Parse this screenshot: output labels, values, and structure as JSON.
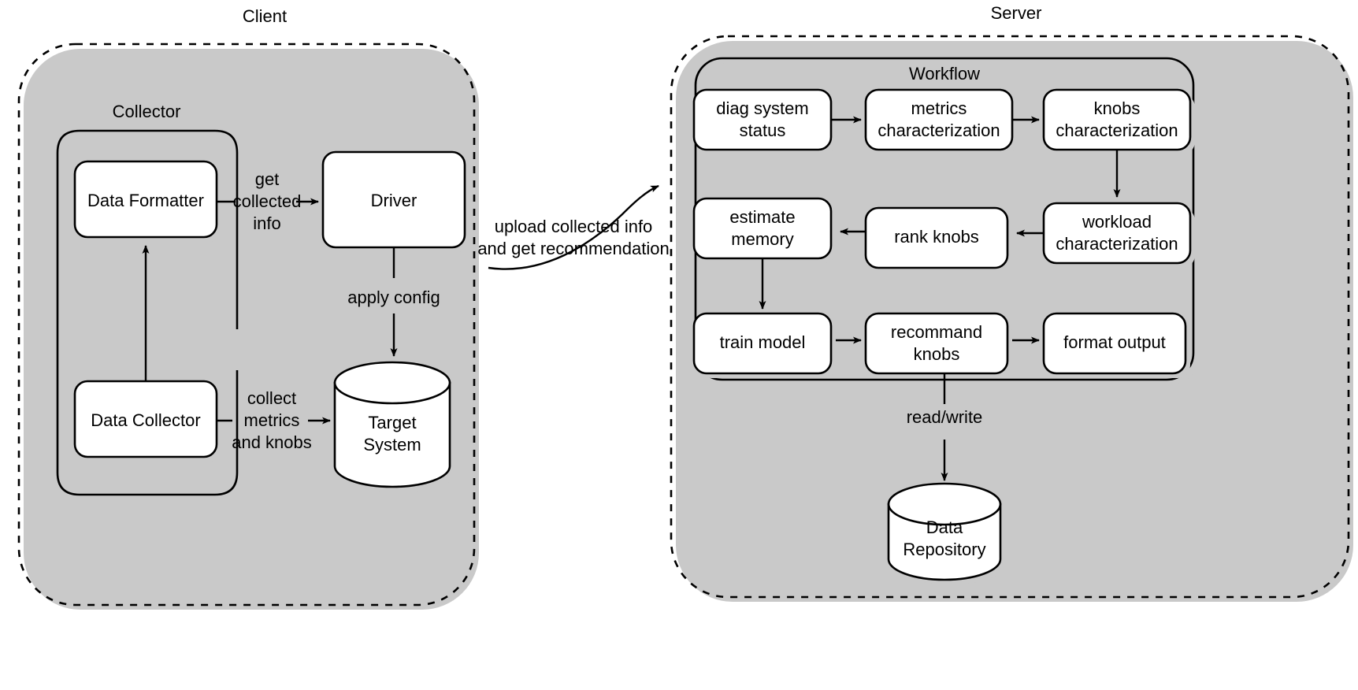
{
  "diagram": {
    "title": "Client-Server Database Knob Tuning Architecture",
    "background_color": "#ffffff",
    "stroke_color": "#000000",
    "shadow_color": "#c9c9c9"
  },
  "zones": [
    {
      "id": "client",
      "label": "Client"
    },
    {
      "id": "server",
      "label": "Server"
    }
  ],
  "groups": [
    {
      "id": "collector",
      "label": "Collector"
    },
    {
      "id": "workflow",
      "label": "Workflow"
    }
  ],
  "client": {
    "nodes": [
      {
        "id": "data-formatter",
        "label": "Data Formatter"
      },
      {
        "id": "data-collector",
        "label": "Data Collector"
      },
      {
        "id": "driver",
        "label": "Driver"
      }
    ],
    "cylinders": [
      {
        "id": "target-system",
        "line1": "Target",
        "line2": "System"
      }
    ],
    "edge_labels": [
      {
        "id": "get-collected-info",
        "line1": "get",
        "line2": "collected",
        "line3": "info"
      },
      {
        "id": "apply-config",
        "line1": "apply config"
      },
      {
        "id": "collect-metrics-and-knobs",
        "line1": "collect",
        "line2": "metrics",
        "line3": "and knobs"
      }
    ]
  },
  "server": {
    "nodes": [
      {
        "id": "diag-system-status",
        "line1": "diag system",
        "line2": "status"
      },
      {
        "id": "metrics-characterization",
        "line1": "metrics",
        "line2": "characterization"
      },
      {
        "id": "knobs-characterization",
        "line1": "knobs",
        "line2": "characterization"
      },
      {
        "id": "workload-characterization",
        "line1": "workload",
        "line2": "characterization"
      },
      {
        "id": "rank-knobs",
        "line1": "rank knobs",
        "line2": ""
      },
      {
        "id": "estimate-memory",
        "line1": "estimate",
        "line2": "memory"
      },
      {
        "id": "train-model",
        "line1": "train model",
        "line2": ""
      },
      {
        "id": "recommand-knobs",
        "line1": "recommand",
        "line2": "knobs"
      },
      {
        "id": "format-output",
        "line1": "format output",
        "line2": ""
      }
    ],
    "cylinders": [
      {
        "id": "data-repository",
        "line1": "Data",
        "line2": "Repository"
      }
    ],
    "edge_labels": [
      {
        "id": "read-write",
        "line1": "read/write"
      }
    ]
  },
  "link": {
    "id": "client-server-link",
    "line1": "upload collected info",
    "line2": "and get recommendation"
  }
}
